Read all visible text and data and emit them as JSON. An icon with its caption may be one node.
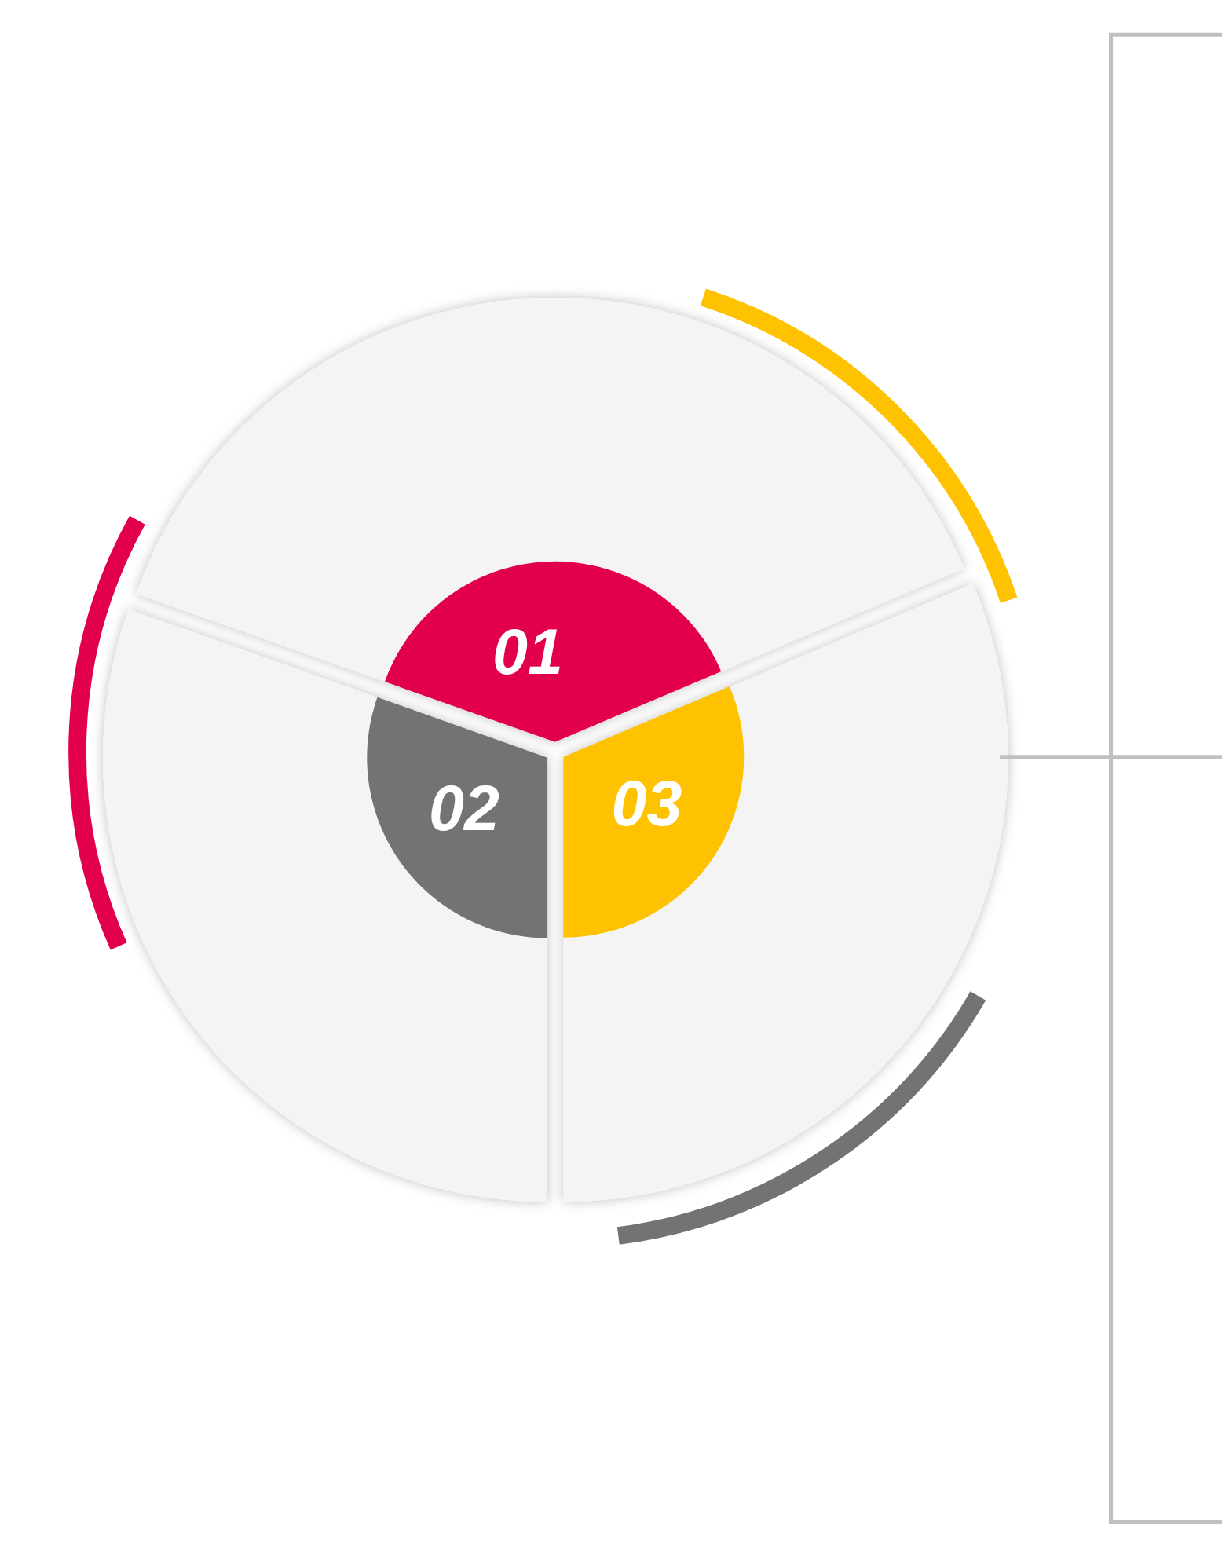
{
  "diagram": {
    "nodes": [
      {
        "text": [
          "01"
        ]
      },
      {
        "text": [
          "02"
        ]
      },
      {
        "text": [
          "03"
        ]
      }
    ]
  }
}
